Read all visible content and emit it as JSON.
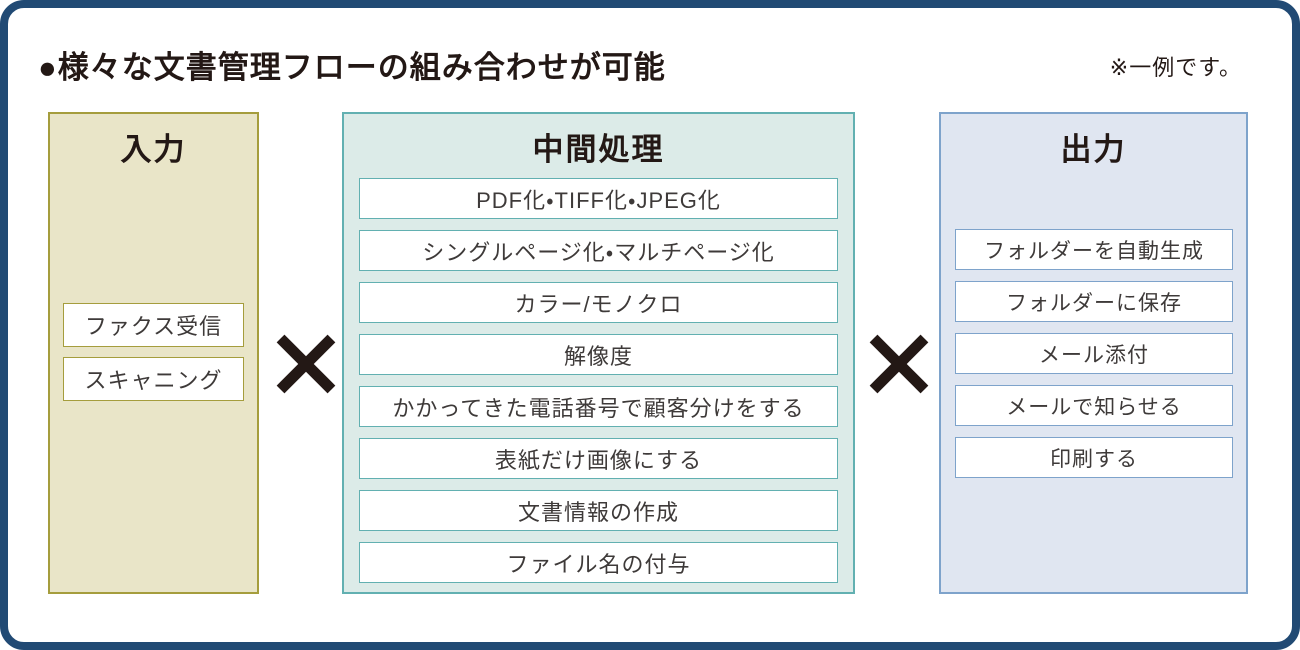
{
  "header": {
    "title": "●様々な文書管理フローの組み合わせが可能",
    "note": "※一例です。"
  },
  "operators": {
    "symbol": "×",
    "meaning": "combination of the three stages"
  },
  "columns": {
    "input": {
      "title": "入力",
      "items": [
        "ファクス受信",
        "スキャニング"
      ]
    },
    "process": {
      "title": "中間処理",
      "items": [
        "PDF化・TIFF化・JPEG化",
        "シングルページ化・マルチページ化",
        "カラー/モノクロ",
        "解像度",
        "かかってきた電話番号で顧客分けをする",
        "表紙だけ画像にする",
        "文書情報の作成",
        "ファイル名の付与"
      ]
    },
    "output": {
      "title": "出力",
      "items": [
        "フォルダーを自動生成",
        "フォルダーに保存",
        "メール添付",
        "メールで知らせる",
        "印刷する"
      ]
    }
  },
  "colors": {
    "frame_border": "#214a74",
    "title_text": "#231815",
    "input_bg": "#e9e5c8",
    "input_border": "#a59d3d",
    "process_bg": "#dcebe8",
    "process_border": "#62b0b1",
    "output_bg": "#e0e6f1",
    "output_border": "#7ea3cb",
    "box_bg": "#ffffff",
    "item_text": "#3e3a39",
    "cross": "#231815"
  }
}
